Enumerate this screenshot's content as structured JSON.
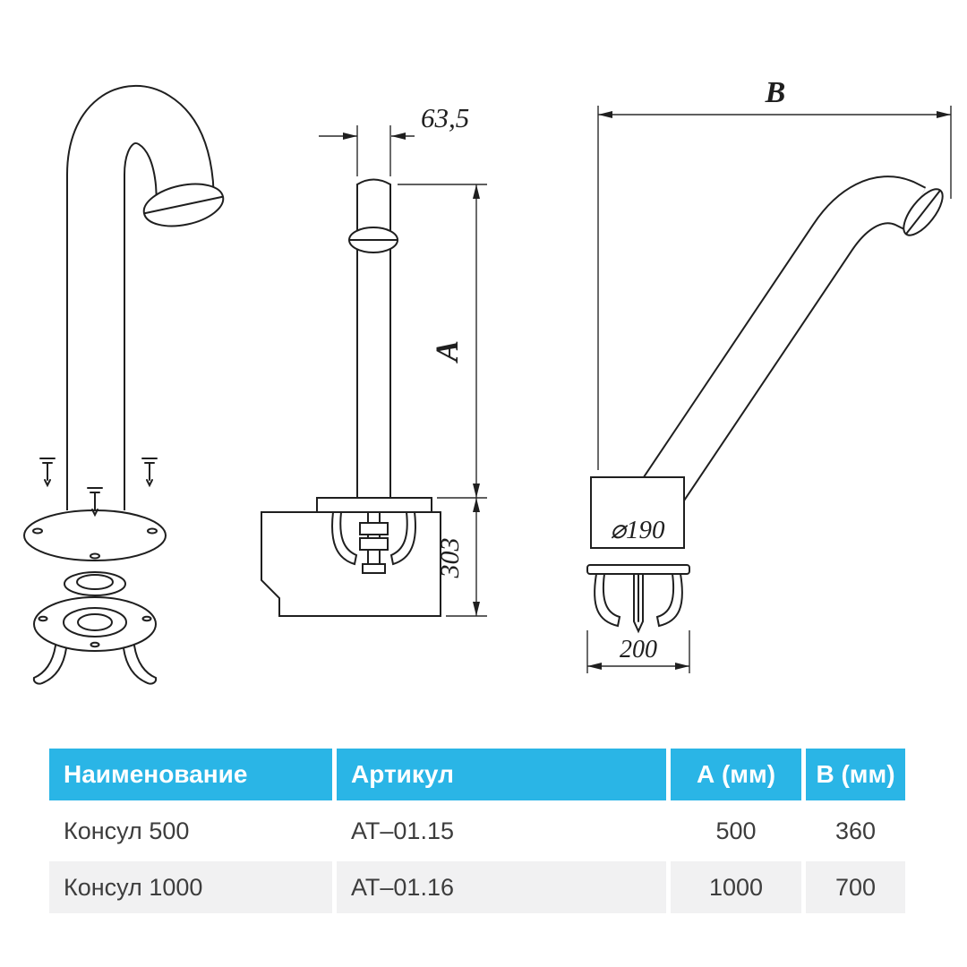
{
  "drawing": {
    "side_view": {
      "dim_width": "63,5",
      "dim_height_label": "А",
      "dim_base": "303"
    },
    "arm_view": {
      "dim_length_label": "В",
      "dim_diameter": "⌀190",
      "dim_mount_width": "200"
    }
  },
  "table": {
    "headers": {
      "name": "Наименование",
      "sku": "Артикул",
      "a": "А (мм)",
      "b": "В (мм)"
    },
    "rows": [
      {
        "name": "Консул 500",
        "sku": "АТ–01.15",
        "a": "500",
        "b": "360"
      },
      {
        "name": "Консул 1000",
        "sku": "АТ–01.16",
        "a": "1000",
        "b": "700"
      }
    ]
  },
  "colors": {
    "header_bg": "#2ab5e6",
    "header_text": "#ffffff",
    "row_bg": "#ffffff",
    "row_alt_bg": "#f1f1f2",
    "body_text": "#3d3d3d",
    "line": "#1f1f1f"
  }
}
